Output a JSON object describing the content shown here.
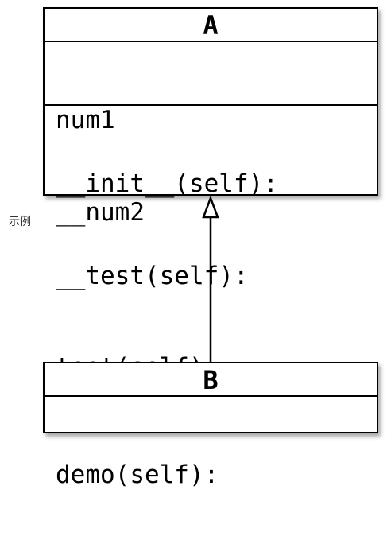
{
  "diagram": {
    "side_label": "示例",
    "class_a": {
      "name": "A",
      "attributes": [
        "num1",
        "__num2"
      ],
      "methods": [
        "__init__(self):",
        "__test(self):",
        "test(self):"
      ]
    },
    "class_b": {
      "name": "B",
      "methods": [
        "demo(self):"
      ]
    },
    "relation": {
      "type": "inheritance",
      "from": "B",
      "to": "A"
    }
  }
}
